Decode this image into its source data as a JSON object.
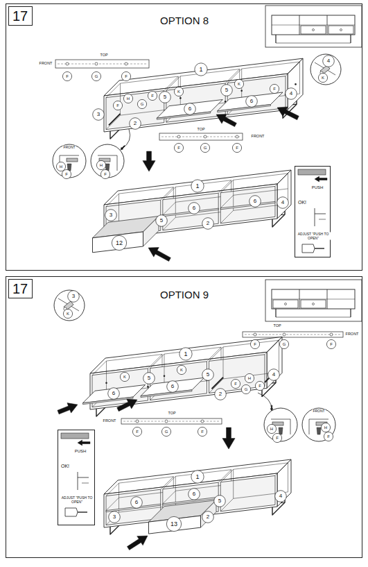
{
  "diagram": {
    "nodes": [
      {
        "text": [
          "OPTION 8"
        ]
      },
      {
        "text": [
          "17"
        ],
        "in": 0
      },
      {
        "text": [
          "PUSH",
          "OK!",
          "ADJUST \"PUSH TO OPEN\""
        ],
        "in": 0
      },
      {
        "text": [
          "OPTION 9"
        ]
      },
      {
        "text": [
          "17"
        ],
        "in": 3
      },
      {
        "text": [
          "PUSH",
          "OK!",
          "ADJUST \"PUSH TO OPEN\""
        ],
        "in": 3
      }
    ],
    "labels": [
      "TOP",
      "FRONT",
      "F",
      "G",
      "F",
      "4",
      "K",
      "1",
      "5",
      "5",
      "4",
      "3",
      "2",
      "6",
      "6",
      "H",
      "G",
      "F",
      "F",
      "K",
      "K",
      "F",
      "TOP",
      "FRONT",
      "F",
      "G",
      "F",
      "FRONT",
      "H",
      "F",
      "H",
      "F",
      "1",
      "6",
      "6",
      "4",
      "3",
      "5",
      "2",
      "12",
      "3",
      "K",
      "TOP",
      "FRONT",
      "F",
      "G",
      "F",
      "1",
      "6",
      "6",
      "5",
      "5",
      "2",
      "4",
      "K",
      "K",
      "H",
      "F",
      "G",
      "F",
      "TOP",
      "FRONT",
      "F",
      "G",
      "F",
      "FRONT",
      "H",
      "F",
      "H",
      "F",
      "1",
      "6",
      "6",
      "3",
      "2",
      "5",
      "4",
      "13"
    ]
  }
}
